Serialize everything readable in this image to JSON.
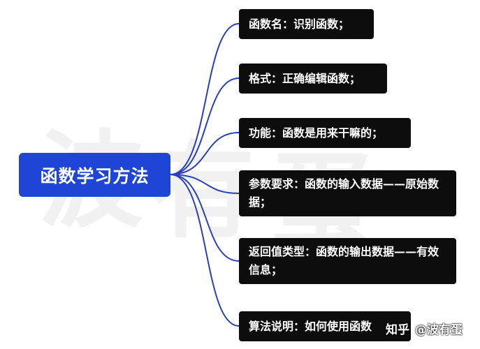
{
  "watermark": {
    "chars": [
      "波",
      "有",
      "蛋"
    ]
  },
  "root": {
    "label": "函数学习方法"
  },
  "branches": [
    {
      "label": "函数名：识别函数；"
    },
    {
      "label": "格式：正确编辑函数；"
    },
    {
      "label": "功能：函数是用来干嘛的；"
    },
    {
      "label": "参数要求：函数的输入数据——原始数据；"
    },
    {
      "label": "返回值类型：函数的输出数据——有效信息；"
    },
    {
      "label": "算法说明：如何使用函数"
    }
  ],
  "credit": {
    "platform": "知乎",
    "author": "@波有蛋"
  },
  "colors": {
    "connector": "#2a3fb8",
    "root_bg": "#1f45d6",
    "node_bg": "#0d0d0d"
  }
}
